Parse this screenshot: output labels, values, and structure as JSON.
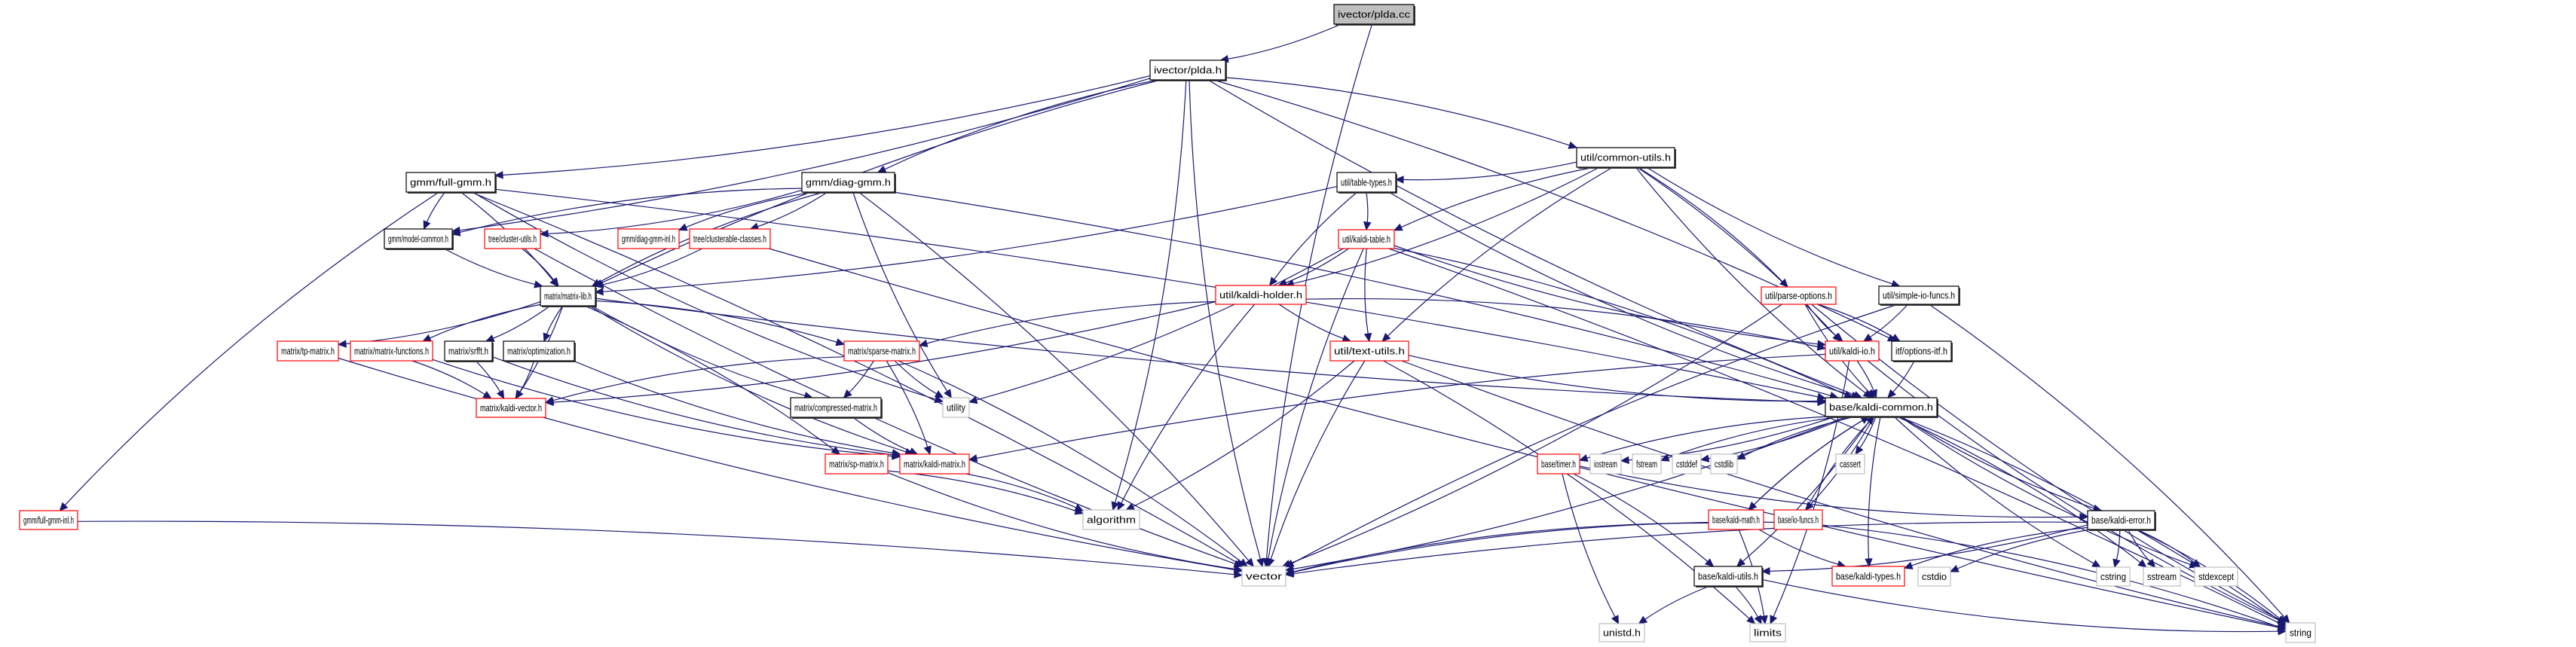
{
  "title": "Include dependency graph for ivector/plda.cc",
  "legend": {
    "edge_color": "#191970",
    "source_fill": "#bfbfbf",
    "header_border": "#000000",
    "undocumented_border": "#ff0000",
    "system_border": "#bfbfbf"
  },
  "nodes": [
    {
      "id": "plda_cc",
      "label": "ivector/plda.cc",
      "kind": "source"
    },
    {
      "id": "plda_h",
      "label": "ivector/plda.h",
      "kind": "header"
    },
    {
      "id": "full_gmm",
      "label": "gmm/full-gmm.h",
      "kind": "header"
    },
    {
      "id": "diag_gmm",
      "label": "gmm/diag-gmm.h",
      "kind": "header"
    },
    {
      "id": "common_utils",
      "label": "util/common-utils.h",
      "kind": "header"
    },
    {
      "id": "table_types",
      "label": "util/table-types.h",
      "kind": "header"
    },
    {
      "id": "model_common",
      "label": "gmm/model-common.h",
      "kind": "header"
    },
    {
      "id": "cluster_utils",
      "label": "tree/cluster-utils.h",
      "kind": "missing"
    },
    {
      "id": "diag_gmm_inl",
      "label": "gmm/diag-gmm-inl.h",
      "kind": "missing"
    },
    {
      "id": "clusterable",
      "label": "tree/clusterable-classes.h",
      "kind": "missing"
    },
    {
      "id": "kaldi_table",
      "label": "util/kaldi-table.h",
      "kind": "missing"
    },
    {
      "id": "matrix_lib",
      "label": "matrix/matrix-lib.h",
      "kind": "header"
    },
    {
      "id": "kaldi_holder",
      "label": "util/kaldi-holder.h",
      "kind": "missing"
    },
    {
      "id": "parse_options",
      "label": "util/parse-options.h",
      "kind": "missing"
    },
    {
      "id": "simple_io",
      "label": "util/simple-io-funcs.h",
      "kind": "header"
    },
    {
      "id": "tp_matrix",
      "label": "matrix/tp-matrix.h",
      "kind": "missing"
    },
    {
      "id": "matrix_functions",
      "label": "matrix/matrix-functions.h",
      "kind": "missing"
    },
    {
      "id": "srfft",
      "label": "matrix/srfft.h",
      "kind": "header"
    },
    {
      "id": "optimization",
      "label": "matrix/optimization.h",
      "kind": "header"
    },
    {
      "id": "sparse_matrix",
      "label": "matrix/sparse-matrix.h",
      "kind": "missing"
    },
    {
      "id": "text_utils",
      "label": "util/text-utils.h",
      "kind": "missing"
    },
    {
      "id": "kaldi_io",
      "label": "util/kaldi-io.h",
      "kind": "missing"
    },
    {
      "id": "options_itf",
      "label": "itf/options-itf.h",
      "kind": "header"
    },
    {
      "id": "kaldi_vector",
      "label": "matrix/kaldi-vector.h",
      "kind": "missing"
    },
    {
      "id": "compressed_matrix",
      "label": "matrix/compressed-matrix.h",
      "kind": "header"
    },
    {
      "id": "utility",
      "label": "utility",
      "kind": "system"
    },
    {
      "id": "kaldi_common",
      "label": "base/kaldi-common.h",
      "kind": "header"
    },
    {
      "id": "sp_matrix",
      "label": "matrix/sp-matrix.h",
      "kind": "missing"
    },
    {
      "id": "kaldi_matrix",
      "label": "matrix/kaldi-matrix.h",
      "kind": "missing"
    },
    {
      "id": "timer",
      "label": "base/timer.h",
      "kind": "missing"
    },
    {
      "id": "iostream",
      "label": "iostream",
      "kind": "system"
    },
    {
      "id": "fstream",
      "label": "fstream",
      "kind": "system"
    },
    {
      "id": "cstddef",
      "label": "cstddef",
      "kind": "system"
    },
    {
      "id": "cstdlib",
      "label": "cstdlib",
      "kind": "system"
    },
    {
      "id": "cassert",
      "label": "cassert",
      "kind": "system"
    },
    {
      "id": "full_gmm_inl",
      "label": "gmm/full-gmm-inl.h",
      "kind": "missing"
    },
    {
      "id": "algorithm",
      "label": "algorithm",
      "kind": "system"
    },
    {
      "id": "kaldi_math",
      "label": "base/kaldi-math.h",
      "kind": "missing"
    },
    {
      "id": "io_funcs",
      "label": "base/io-funcs.h",
      "kind": "missing"
    },
    {
      "id": "kaldi_error",
      "label": "base/kaldi-error.h",
      "kind": "header"
    },
    {
      "id": "vector",
      "label": "vector",
      "kind": "system"
    },
    {
      "id": "kaldi_utils",
      "label": "base/kaldi-utils.h",
      "kind": "header"
    },
    {
      "id": "kaldi_types",
      "label": "base/kaldi-types.h",
      "kind": "missing"
    },
    {
      "id": "cstdio",
      "label": "cstdio",
      "kind": "system"
    },
    {
      "id": "cstring",
      "label": "cstring",
      "kind": "system"
    },
    {
      "id": "sstream",
      "label": "sstream",
      "kind": "system"
    },
    {
      "id": "stdexcept",
      "label": "stdexcept",
      "kind": "system"
    },
    {
      "id": "unistd",
      "label": "unistd.h",
      "kind": "system"
    },
    {
      "id": "limits",
      "label": "limits",
      "kind": "system"
    },
    {
      "id": "string",
      "label": "string",
      "kind": "system"
    }
  ],
  "edges": [
    [
      "plda_cc",
      "plda_h"
    ],
    [
      "plda_cc",
      "vector"
    ],
    [
      "plda_h",
      "full_gmm"
    ],
    [
      "plda_h",
      "diag_gmm"
    ],
    [
      "plda_h",
      "model_common"
    ],
    [
      "plda_h",
      "matrix_lib"
    ],
    [
      "plda_h",
      "common_utils"
    ],
    [
      "plda_h",
      "kaldi_common"
    ],
    [
      "plda_h",
      "options_itf"
    ],
    [
      "plda_h",
      "vector"
    ],
    [
      "plda_h",
      "algorithm"
    ],
    [
      "full_gmm",
      "model_common"
    ],
    [
      "full_gmm",
      "matrix_lib"
    ],
    [
      "full_gmm",
      "full_gmm_inl"
    ],
    [
      "full_gmm",
      "kaldi_common"
    ],
    [
      "full_gmm",
      "utility"
    ],
    [
      "full_gmm",
      "vector"
    ],
    [
      "diag_gmm",
      "model_common"
    ],
    [
      "diag_gmm",
      "cluster_utils"
    ],
    [
      "diag_gmm",
      "diag_gmm_inl"
    ],
    [
      "diag_gmm",
      "clusterable"
    ],
    [
      "diag_gmm",
      "matrix_lib"
    ],
    [
      "diag_gmm",
      "kaldi_common"
    ],
    [
      "diag_gmm",
      "utility"
    ],
    [
      "diag_gmm",
      "vector"
    ],
    [
      "model_common",
      "matrix_lib"
    ],
    [
      "cluster_utils",
      "matrix_lib"
    ],
    [
      "cluster_utils",
      "vector"
    ],
    [
      "clusterable",
      "matrix_lib"
    ],
    [
      "clusterable",
      "string"
    ],
    [
      "common_utils",
      "table_types"
    ],
    [
      "common_utils",
      "kaldi_table"
    ],
    [
      "common_utils",
      "kaldi_holder"
    ],
    [
      "common_utils",
      "text_utils"
    ],
    [
      "common_utils",
      "parse_options"
    ],
    [
      "common_utils",
      "simple_io"
    ],
    [
      "common_utils",
      "kaldi_io"
    ],
    [
      "common_utils",
      "kaldi_common"
    ],
    [
      "table_types",
      "kaldi_table"
    ],
    [
      "table_types",
      "kaldi_holder"
    ],
    [
      "table_types",
      "matrix_lib"
    ],
    [
      "table_types",
      "kaldi_common"
    ],
    [
      "kaldi_table",
      "kaldi_holder"
    ],
    [
      "kaldi_table",
      "kaldi_io"
    ],
    [
      "kaldi_table",
      "kaldi_common"
    ],
    [
      "kaldi_table",
      "text_utils"
    ],
    [
      "kaldi_table",
      "utility"
    ],
    [
      "kaldi_table",
      "vector"
    ],
    [
      "kaldi_table",
      "string"
    ],
    [
      "kaldi_holder",
      "text_utils"
    ],
    [
      "kaldi_holder",
      "kaldi_io"
    ],
    [
      "kaldi_holder",
      "sparse_matrix"
    ],
    [
      "kaldi_holder",
      "kaldi_vector"
    ],
    [
      "kaldi_holder",
      "algorithm"
    ],
    [
      "matrix_lib",
      "tp_matrix"
    ],
    [
      "matrix_lib",
      "matrix_functions"
    ],
    [
      "matrix_lib",
      "srfft"
    ],
    [
      "matrix_lib",
      "optimization"
    ],
    [
      "matrix_lib",
      "sparse_matrix"
    ],
    [
      "matrix_lib",
      "compressed_matrix"
    ],
    [
      "matrix_lib",
      "kaldi_vector"
    ],
    [
      "matrix_lib",
      "kaldi_matrix"
    ],
    [
      "matrix_lib",
      "sp_matrix"
    ],
    [
      "matrix_lib",
      "kaldi_common"
    ],
    [
      "matrix_functions",
      "kaldi_vector"
    ],
    [
      "matrix_functions",
      "kaldi_matrix"
    ],
    [
      "srfft",
      "kaldi_vector"
    ],
    [
      "srfft",
      "kaldi_matrix"
    ],
    [
      "optimization",
      "kaldi_vector"
    ],
    [
      "optimization",
      "kaldi_matrix"
    ],
    [
      "sparse_matrix",
      "compressed_matrix"
    ],
    [
      "sparse_matrix",
      "kaldi_vector"
    ],
    [
      "sparse_matrix",
      "kaldi_matrix"
    ],
    [
      "sparse_matrix",
      "utility"
    ],
    [
      "sparse_matrix",
      "vector"
    ],
    [
      "compressed_matrix",
      "kaldi_matrix"
    ],
    [
      "sp_matrix",
      "algorithm"
    ],
    [
      "sp_matrix",
      "vector"
    ],
    [
      "kaldi_matrix",
      "algorithm"
    ],
    [
      "parse_options",
      "kaldi_io"
    ],
    [
      "parse_options",
      "options_itf"
    ],
    [
      "parse_options",
      "kaldi_common"
    ],
    [
      "parse_options",
      "vector"
    ],
    [
      "parse_options",
      "string"
    ],
    [
      "simple_io",
      "kaldi_io"
    ],
    [
      "simple_io",
      "vector"
    ],
    [
      "simple_io",
      "string"
    ],
    [
      "text_utils",
      "kaldi_common"
    ],
    [
      "text_utils",
      "algorithm"
    ],
    [
      "text_utils",
      "vector"
    ],
    [
      "text_utils",
      "limits"
    ],
    [
      "text_utils",
      "string"
    ],
    [
      "kaldi_io",
      "kaldi_common"
    ],
    [
      "kaldi_io",
      "kaldi_matrix"
    ],
    [
      "kaldi_io",
      "limits"
    ],
    [
      "kaldi_io",
      "string"
    ],
    [
      "options_itf",
      "kaldi_common"
    ],
    [
      "kaldi_common",
      "timer"
    ],
    [
      "kaldi_common",
      "iostream"
    ],
    [
      "kaldi_common",
      "fstream"
    ],
    [
      "kaldi_common",
      "cstddef"
    ],
    [
      "kaldi_common",
      "cstdlib"
    ],
    [
      "kaldi_common",
      "cassert"
    ],
    [
      "kaldi_common",
      "kaldi_math"
    ],
    [
      "kaldi_common",
      "io_funcs"
    ],
    [
      "kaldi_common",
      "kaldi_error"
    ],
    [
      "kaldi_common",
      "kaldi_utils"
    ],
    [
      "kaldi_common",
      "kaldi_types"
    ],
    [
      "kaldi_common",
      "vector"
    ],
    [
      "kaldi_common",
      "cstring"
    ],
    [
      "kaldi_common",
      "sstream"
    ],
    [
      "kaldi_common",
      "stdexcept"
    ],
    [
      "kaldi_common",
      "string"
    ],
    [
      "timer",
      "kaldi_error"
    ],
    [
      "timer",
      "kaldi_utils"
    ],
    [
      "timer",
      "unistd"
    ],
    [
      "kaldi_math",
      "kaldi_common"
    ],
    [
      "kaldi_math",
      "kaldi_types"
    ],
    [
      "kaldi_math",
      "limits"
    ],
    [
      "kaldi_math",
      "vector"
    ],
    [
      "io_funcs",
      "kaldi_common"
    ],
    [
      "io_funcs",
      "vector"
    ],
    [
      "io_funcs",
      "string"
    ],
    [
      "kaldi_error",
      "kaldi_types"
    ],
    [
      "kaldi_error",
      "kaldi_utils"
    ],
    [
      "kaldi_error",
      "cstdio"
    ],
    [
      "kaldi_error",
      "cstring"
    ],
    [
      "kaldi_error",
      "sstream"
    ],
    [
      "kaldi_error",
      "stdexcept"
    ],
    [
      "kaldi_error",
      "vector"
    ],
    [
      "kaldi_error",
      "string"
    ],
    [
      "kaldi_utils",
      "unistd"
    ],
    [
      "kaldi_utils",
      "limits"
    ],
    [
      "kaldi_utils",
      "string"
    ],
    [
      "full_gmm_inl",
      "vector"
    ],
    [
      "tp_matrix",
      "vector"
    ]
  ]
}
